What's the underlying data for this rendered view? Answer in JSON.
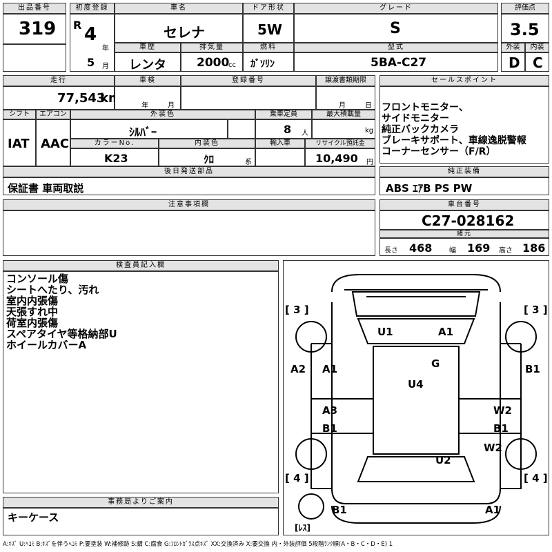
{
  "lot": {
    "label": "出品番号",
    "value": "319"
  },
  "first_reg": {
    "label": "初度登録",
    "era": "R",
    "year": "4",
    "year_unit": "年",
    "month": "5",
    "month_unit": "月"
  },
  "car_name": {
    "label": "車名",
    "value": "セレナ"
  },
  "door": {
    "label": "ドア形状",
    "value": "5W"
  },
  "grade": {
    "label": "グレード",
    "value": "S"
  },
  "score": {
    "label": "評価点",
    "value": "3.5"
  },
  "exterior": {
    "label": "外装",
    "value": "D"
  },
  "interior": {
    "label": "内装",
    "value": "C"
  },
  "history": {
    "label": "車歴",
    "value": "レンタ"
  },
  "displacement": {
    "label": "排気量",
    "value": "2000",
    "unit": "cc"
  },
  "fuel": {
    "label": "燃料",
    "value": "ｶﾞｿﾘﾝ"
  },
  "model": {
    "label": "型式",
    "value": "5BA-C27"
  },
  "mileage": {
    "label": "走行",
    "value": "77,543",
    "unit": "km"
  },
  "inspection": {
    "label": "車検",
    "year_unit": "年",
    "month_unit": "月"
  },
  "registration": {
    "label": "登録番号"
  },
  "transfer": {
    "label": "譲渡書類期限",
    "month_unit": "月",
    "day_unit": "日"
  },
  "shift": {
    "label": "シフト",
    "value": "IAT"
  },
  "ac": {
    "label": "エアコン",
    "value": "AAC"
  },
  "ext_color": {
    "label": "外装色",
    "value": "ｼﾙﾊﾞｰ"
  },
  "capacity": {
    "label": "乗車定員",
    "value": "8",
    "unit": "人"
  },
  "max_load": {
    "label": "最大積載量",
    "unit": "kg"
  },
  "color_no": {
    "label": "カラーNo.",
    "value": "K23"
  },
  "int_color": {
    "label": "内装色",
    "value": "ｸﾛ",
    "unit": "系"
  },
  "import": {
    "label": "輸入車"
  },
  "recycle": {
    "label": "リサイクル預託金",
    "value": "10,490",
    "unit": "円"
  },
  "sales_points": {
    "label": "セールスポイント",
    "lines": [
      "フロントモニター、",
      "サイドモニター",
      "純正バックカメラ",
      "ブレーキサポート、車線逸脱警報",
      "コーナーセンサー（F/R）"
    ]
  },
  "later_items": {
    "label": "後日発送部品",
    "value": "保証書 車両取説"
  },
  "equipment": {
    "label": "純正装備",
    "value": "ABS ｴｱB PS PW"
  },
  "caution": {
    "label": "注意事項欄"
  },
  "chassis": {
    "label": "車台番号",
    "value": "C27-028162"
  },
  "dims": {
    "label": "諸元",
    "length_label": "長さ",
    "length": "468",
    "width_label": "幅",
    "width": "169",
    "height_label": "高さ",
    "height": "186"
  },
  "inspector": {
    "label": "検査員記入欄",
    "lines": [
      "コンソール傷",
      "シートへたり、汚れ",
      "室内内張傷",
      "天張すれ中",
      "荷室内張傷",
      "スペアタイヤ等格納部U",
      "ホイールカバーA"
    ]
  },
  "office": {
    "label": "事務局よりご案内",
    "value": "キーケース"
  },
  "diagram": {
    "tire_fl": "[ 3 ]",
    "tire_fr": "[ 3 ]",
    "tire_rl": "[ 4 ]",
    "tire_rr": "[ 4 ]",
    "spare": "[ﾚｽ]",
    "marks": [
      "U1",
      "A1",
      "G",
      "U4",
      "A2",
      "A1",
      "B1",
      "A3",
      "B1",
      "W2",
      "B1",
      "W2",
      "U2",
      "B1",
      "A1"
    ]
  },
  "legend": "A:ｷｽﾞ U:ﾍｺﾐ B:ｷｽﾞを伴うﾍｺﾐ P:要塗装 W:補修跡 S:錆 C:腐食 G:ﾌﾛﾝﾄｶﾞﾗｽ点ｷｽﾞ XX:交換済み X:要交換 内・外装評価 5段階ﾗﾝｸ順(A・B・C・D・E) 1"
}
